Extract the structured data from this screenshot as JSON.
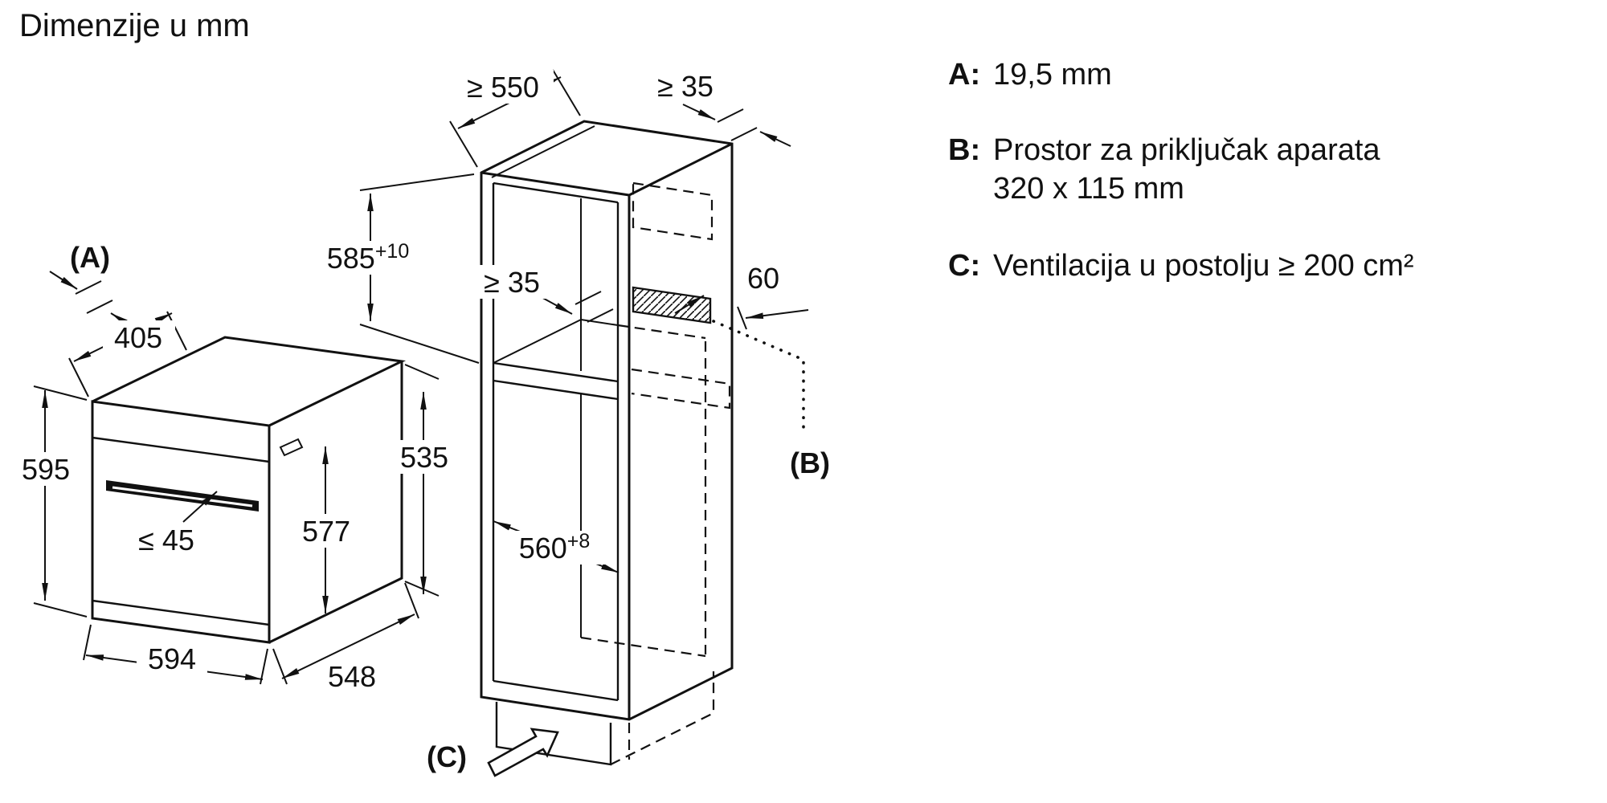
{
  "title": "Dimenzije u mm",
  "legend": {
    "a": {
      "key": "A:",
      "value": "19,5 mm"
    },
    "b": {
      "key": "B:",
      "value_line1": "Prostor za priključak aparata",
      "value_line2": "320 x 115 mm"
    },
    "c": {
      "key": "C:",
      "value": "Ventilacija u postolju ≥ 200 cm²"
    }
  },
  "oven_dims": {
    "label_a": "(A)",
    "top_depth": "405",
    "height": "595",
    "handle_depth": "≤ 45",
    "front_height": "577",
    "side_height": "535",
    "width": "594",
    "depth": "548"
  },
  "cabinet_dims": {
    "depth_min": "≥ 550",
    "top_rear_gap": "≥ 35",
    "niche_height_base": "585",
    "niche_height_tol": "+10",
    "rear_gap": "≥ 35",
    "rear_offset": "60",
    "niche_width_base": "560",
    "niche_width_tol": "+8",
    "label_b": "(B)",
    "label_c": "(C)"
  },
  "colors": {
    "line": "#111111",
    "background": "#ffffff"
  }
}
